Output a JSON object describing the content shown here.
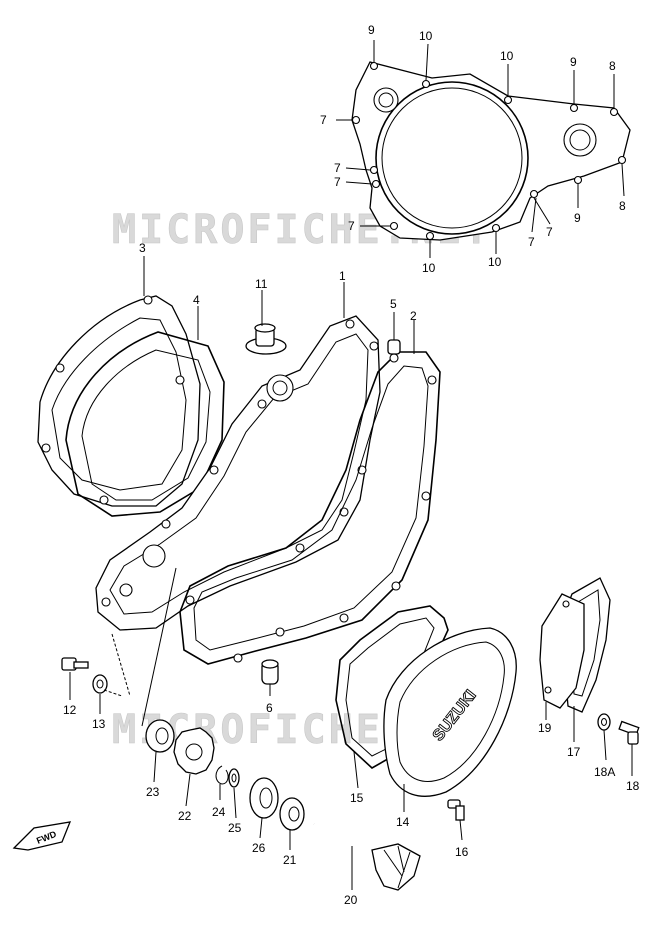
{
  "watermark": "MICROFICHE.NET",
  "cover_brand": "SUZUKI",
  "fwd_label": "FWD",
  "parts": [
    {
      "id": "p1",
      "label": "1"
    },
    {
      "id": "p2",
      "label": "2"
    },
    {
      "id": "p3",
      "label": "3"
    },
    {
      "id": "p4",
      "label": "4"
    },
    {
      "id": "p5",
      "label": "5"
    },
    {
      "id": "p6",
      "label": "6"
    },
    {
      "id": "p7",
      "label": "7"
    },
    {
      "id": "p8",
      "label": "8"
    },
    {
      "id": "p9",
      "label": "9"
    },
    {
      "id": "p10",
      "label": "10"
    },
    {
      "id": "p11",
      "label": "11"
    },
    {
      "id": "p12",
      "label": "12"
    },
    {
      "id": "p13",
      "label": "13"
    },
    {
      "id": "p14",
      "label": "14"
    },
    {
      "id": "p15",
      "label": "15"
    },
    {
      "id": "p16",
      "label": "16"
    },
    {
      "id": "p17",
      "label": "17"
    },
    {
      "id": "p18",
      "label": "18"
    },
    {
      "id": "p18a",
      "label": "18A"
    },
    {
      "id": "p19",
      "label": "19"
    },
    {
      "id": "p20",
      "label": "20"
    },
    {
      "id": "p21",
      "label": "21"
    },
    {
      "id": "p22",
      "label": "22"
    },
    {
      "id": "p23",
      "label": "23"
    },
    {
      "id": "p24",
      "label": "24"
    },
    {
      "id": "p25",
      "label": "25"
    },
    {
      "id": "p26",
      "label": "26"
    }
  ]
}
